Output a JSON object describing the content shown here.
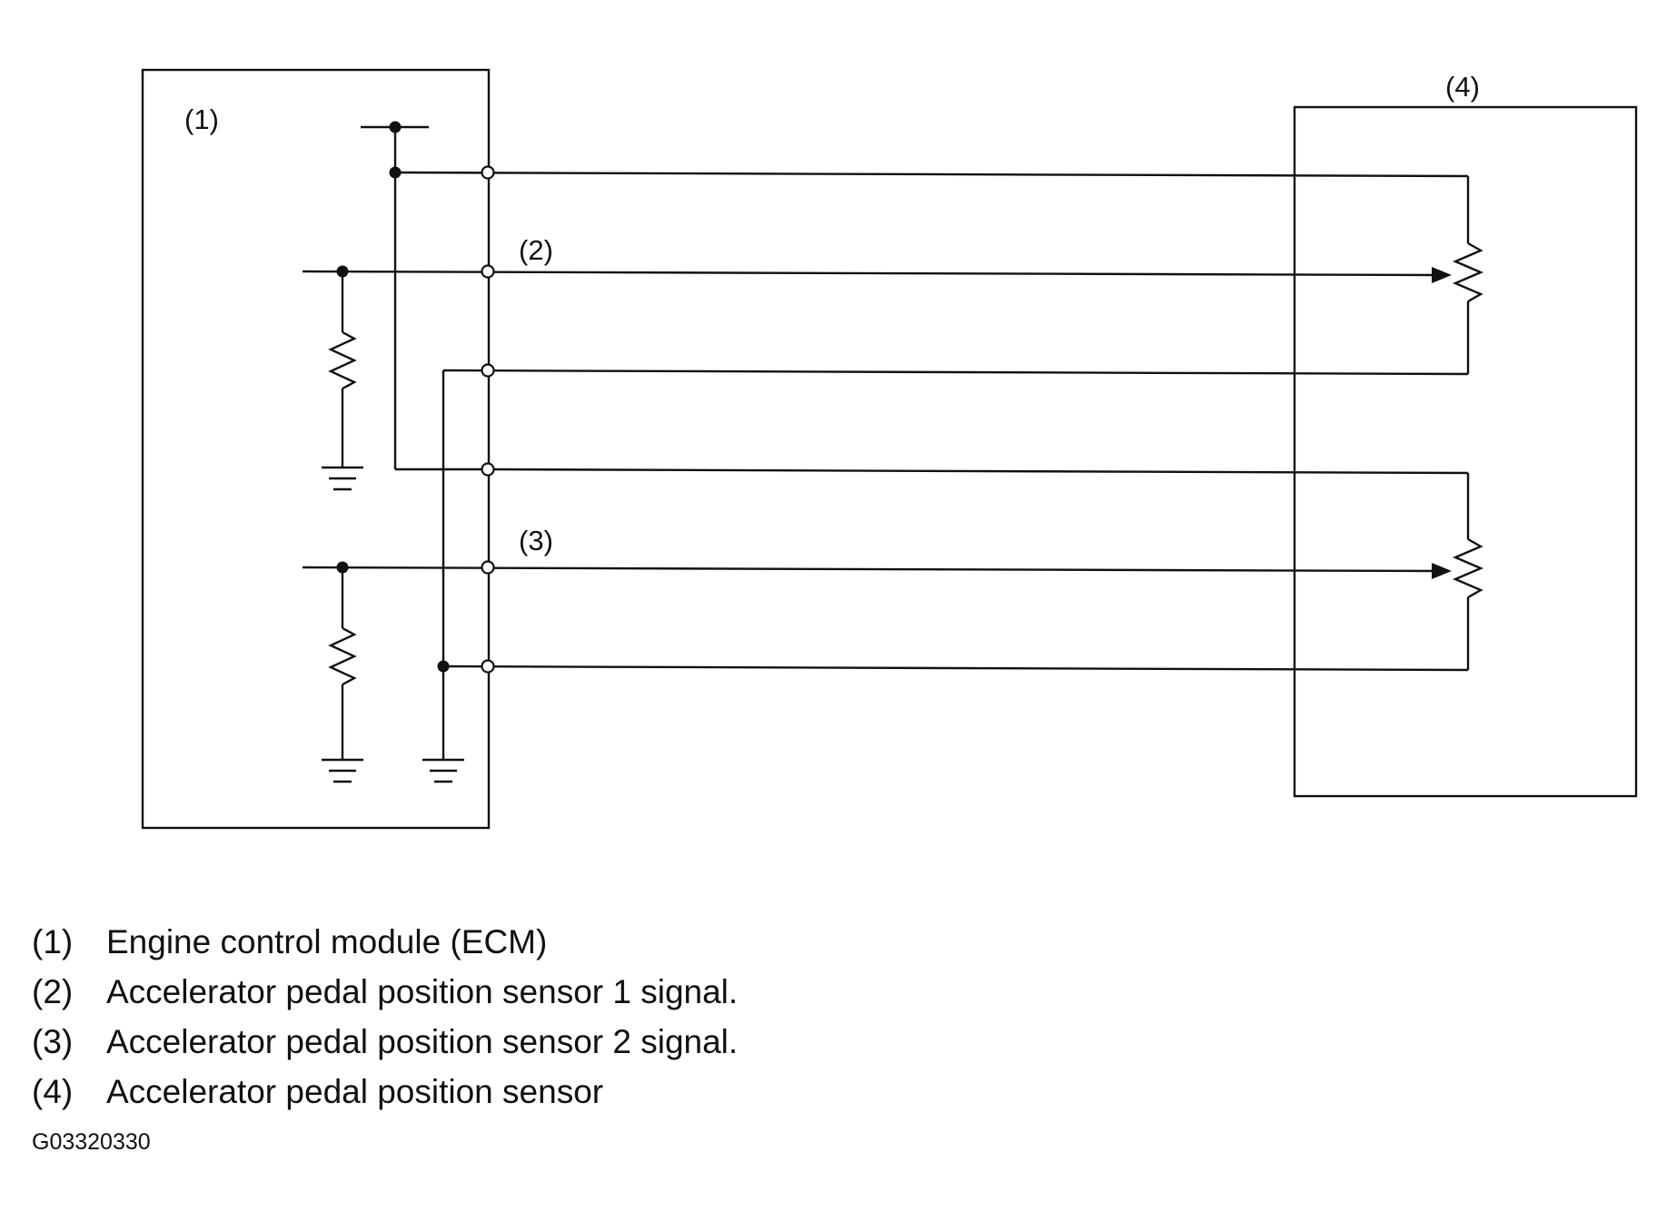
{
  "labels": {
    "ecm": "(1)",
    "signal_1": "(2)",
    "signal_2": "(3)",
    "sensor": "(4)"
  },
  "legend": [
    {
      "num": "(1)",
      "text": "Engine control module (ECM)"
    },
    {
      "num": "(2)",
      "text": "Accelerator pedal position sensor 1 signal."
    },
    {
      "num": "(3)",
      "text": "Accelerator pedal position sensor 2 signal."
    },
    {
      "num": "(4)",
      "text": "Accelerator pedal position sensor"
    }
  ],
  "figure_code": "G03320330"
}
